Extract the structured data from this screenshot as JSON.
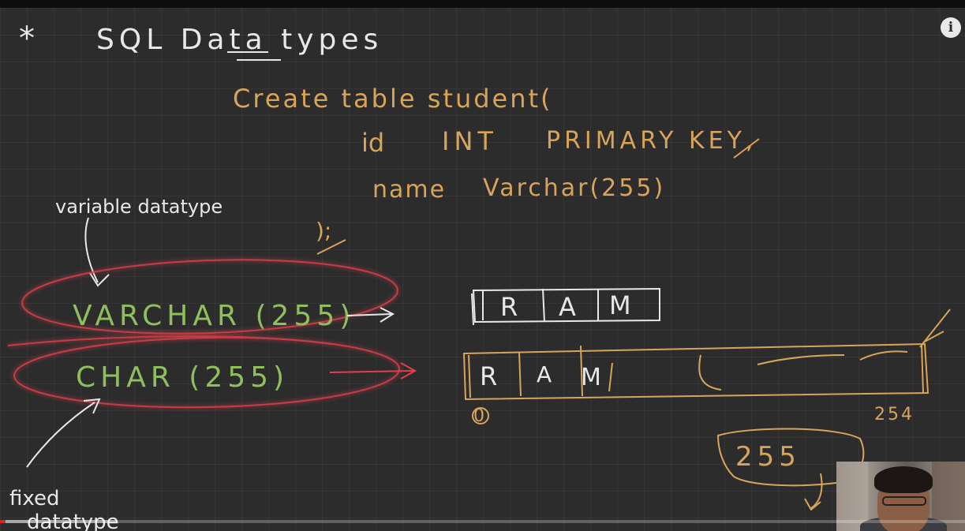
{
  "title": {
    "star": "*",
    "text": "SQL Data types"
  },
  "query": {
    "line1": "Create table student(",
    "line2_col": "id",
    "line2_type": "INT",
    "line2_constraint": "PRIMARY KEY,",
    "line3_col": "name",
    "line3_type": "Varchar(255)",
    "close": ");"
  },
  "labels": {
    "variable": "variable datatype",
    "varchar": "VARCHAR (255)",
    "char": "CHAR (255)",
    "fixed_line1": "fixed",
    "fixed_line2": "datatype"
  },
  "varchar_cells": [
    "R",
    "A",
    "M"
  ],
  "char_cells": [
    "R",
    "A",
    "M"
  ],
  "index_start": "0",
  "index_end": "254",
  "boxed_count": "255",
  "colors": {
    "orange": "#d8a45a",
    "green": "#8fbf5d",
    "white": "#e8e8e8",
    "red_glow": "#e0404a"
  },
  "info_icon": "i",
  "progress": {
    "played_fraction": 0.005,
    "buffered_from": 0.006,
    "buffered_to": 0.12
  }
}
